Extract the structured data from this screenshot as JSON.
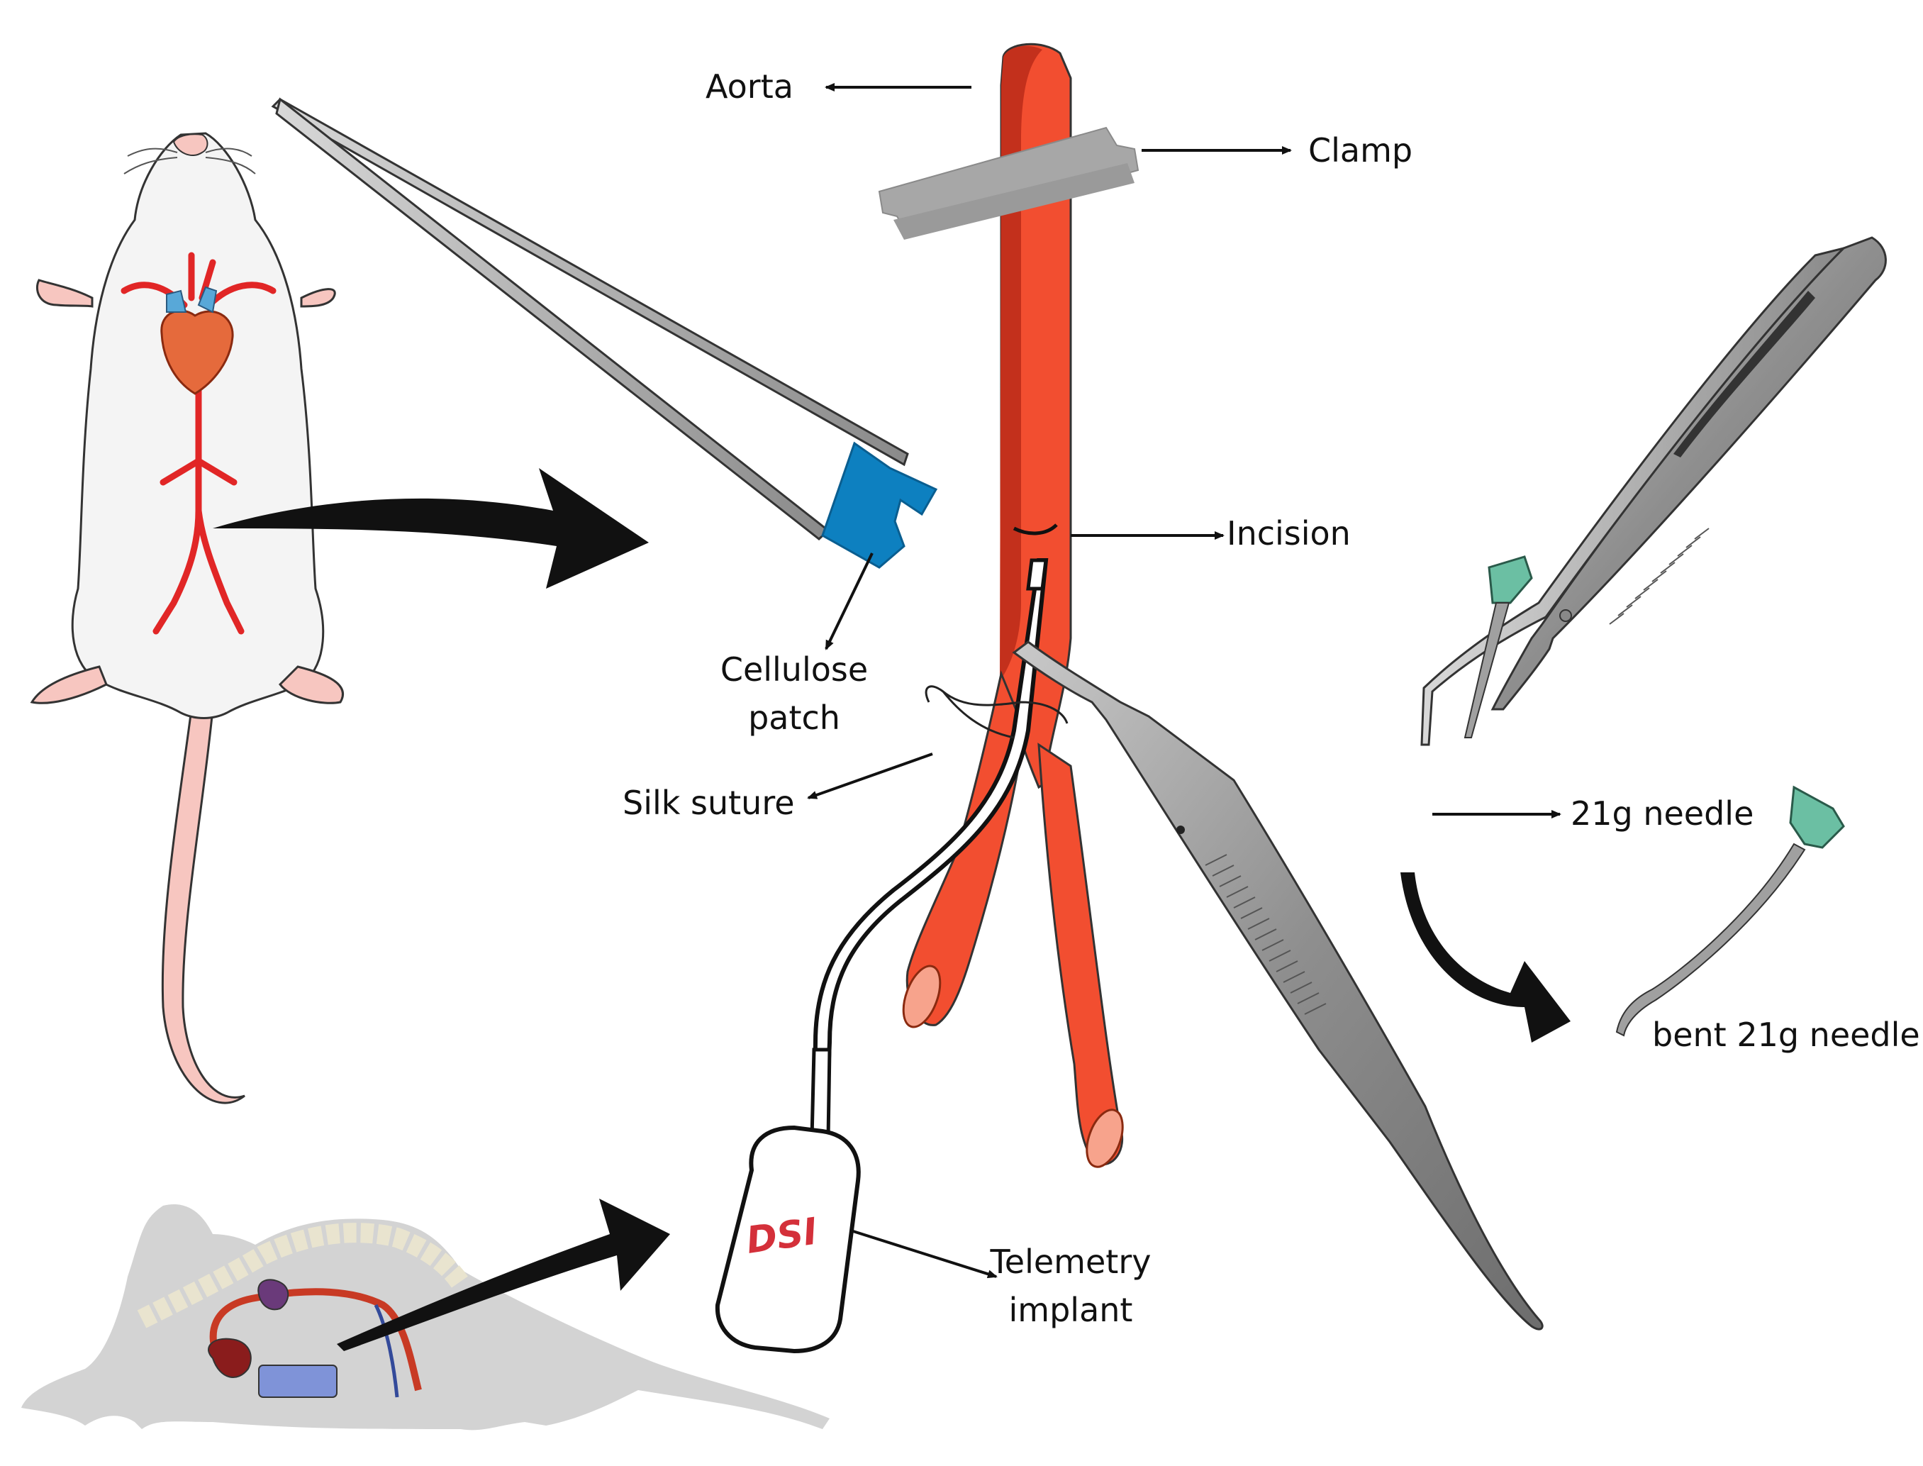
{
  "labels": {
    "aorta": "Aorta",
    "clamp": "Clamp",
    "incision": "Incision",
    "cellulose_patch_line1": "Cellulose",
    "cellulose_patch_line2": "patch",
    "silk_suture": "Silk suture",
    "telemetry_line1": "Telemetry",
    "telemetry_line2": "implant",
    "needle_21g": "21g needle",
    "bent_needle": "bent 21g needle",
    "dsi_logo": "DSI"
  },
  "colors": {
    "aorta": "#f24e30",
    "aorta_dark": "#c3301c",
    "clamp": "#a7a7a7",
    "cellulose_patch": "#0d80c0",
    "forceps_metal": "#8a8a8a",
    "needle_hub": "#6bbfa3",
    "dsi_red": "#d4303a",
    "silhouette": "#d3d3d3",
    "implant_blue": "#7f93d8"
  }
}
